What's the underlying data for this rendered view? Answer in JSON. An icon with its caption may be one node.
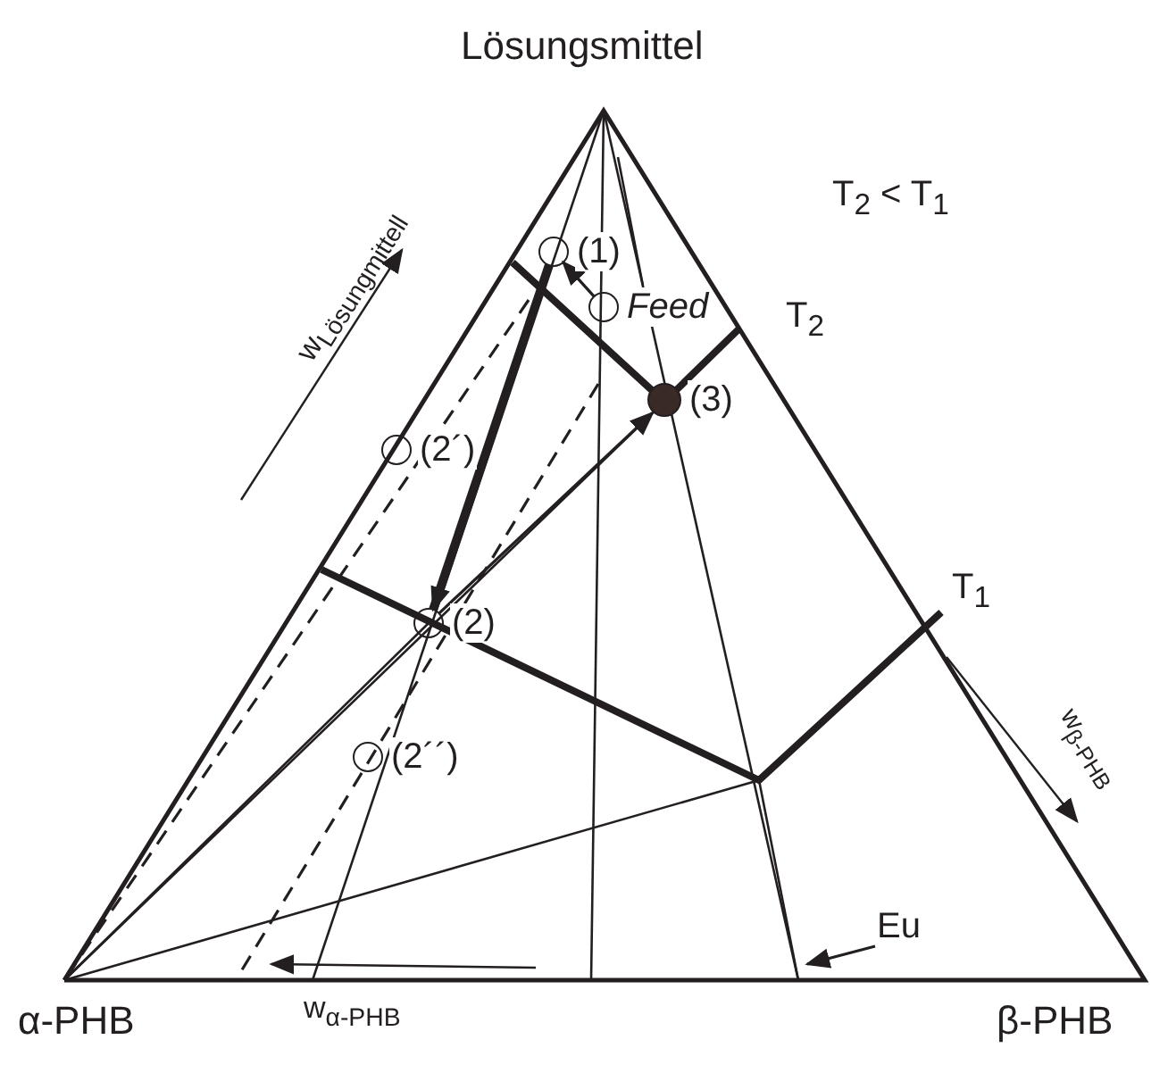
{
  "diagram": {
    "nodes": [
      {
        "text": [
          "(1)"
        ]
      },
      {
        "text": [
          "Feed"
        ]
      },
      {
        "text": [
          "(2´)"
        ]
      },
      {
        "text": [
          "(3)"
        ]
      },
      {
        "text": [
          "(2)"
        ]
      },
      {
        "text": [
          "(2´´)"
        ]
      },
      {
        "text": [
          "Eu"
        ]
      }
    ],
    "edges": [
      {
        "from": 1,
        "to": 0,
        "arrow": "to"
      },
      {
        "from": 0,
        "to": 4,
        "arrow": "to",
        "style": "thick"
      },
      {
        "from": 4,
        "to": 3,
        "arrow": "to"
      },
      {
        "from": 6,
        "to": null,
        "arrow": "to"
      }
    ],
    "labels": [
      "Lösungsmittel",
      "T$_{2}$ < T$_{1}$",
      "w$_{Lösungmittell}$",
      "T$_{2}$",
      "T$_{1}$",
      "w$_{β-PHB}$",
      "α-PHB",
      "w$_{α-PHB}$",
      "β-PHB"
    ]
  }
}
